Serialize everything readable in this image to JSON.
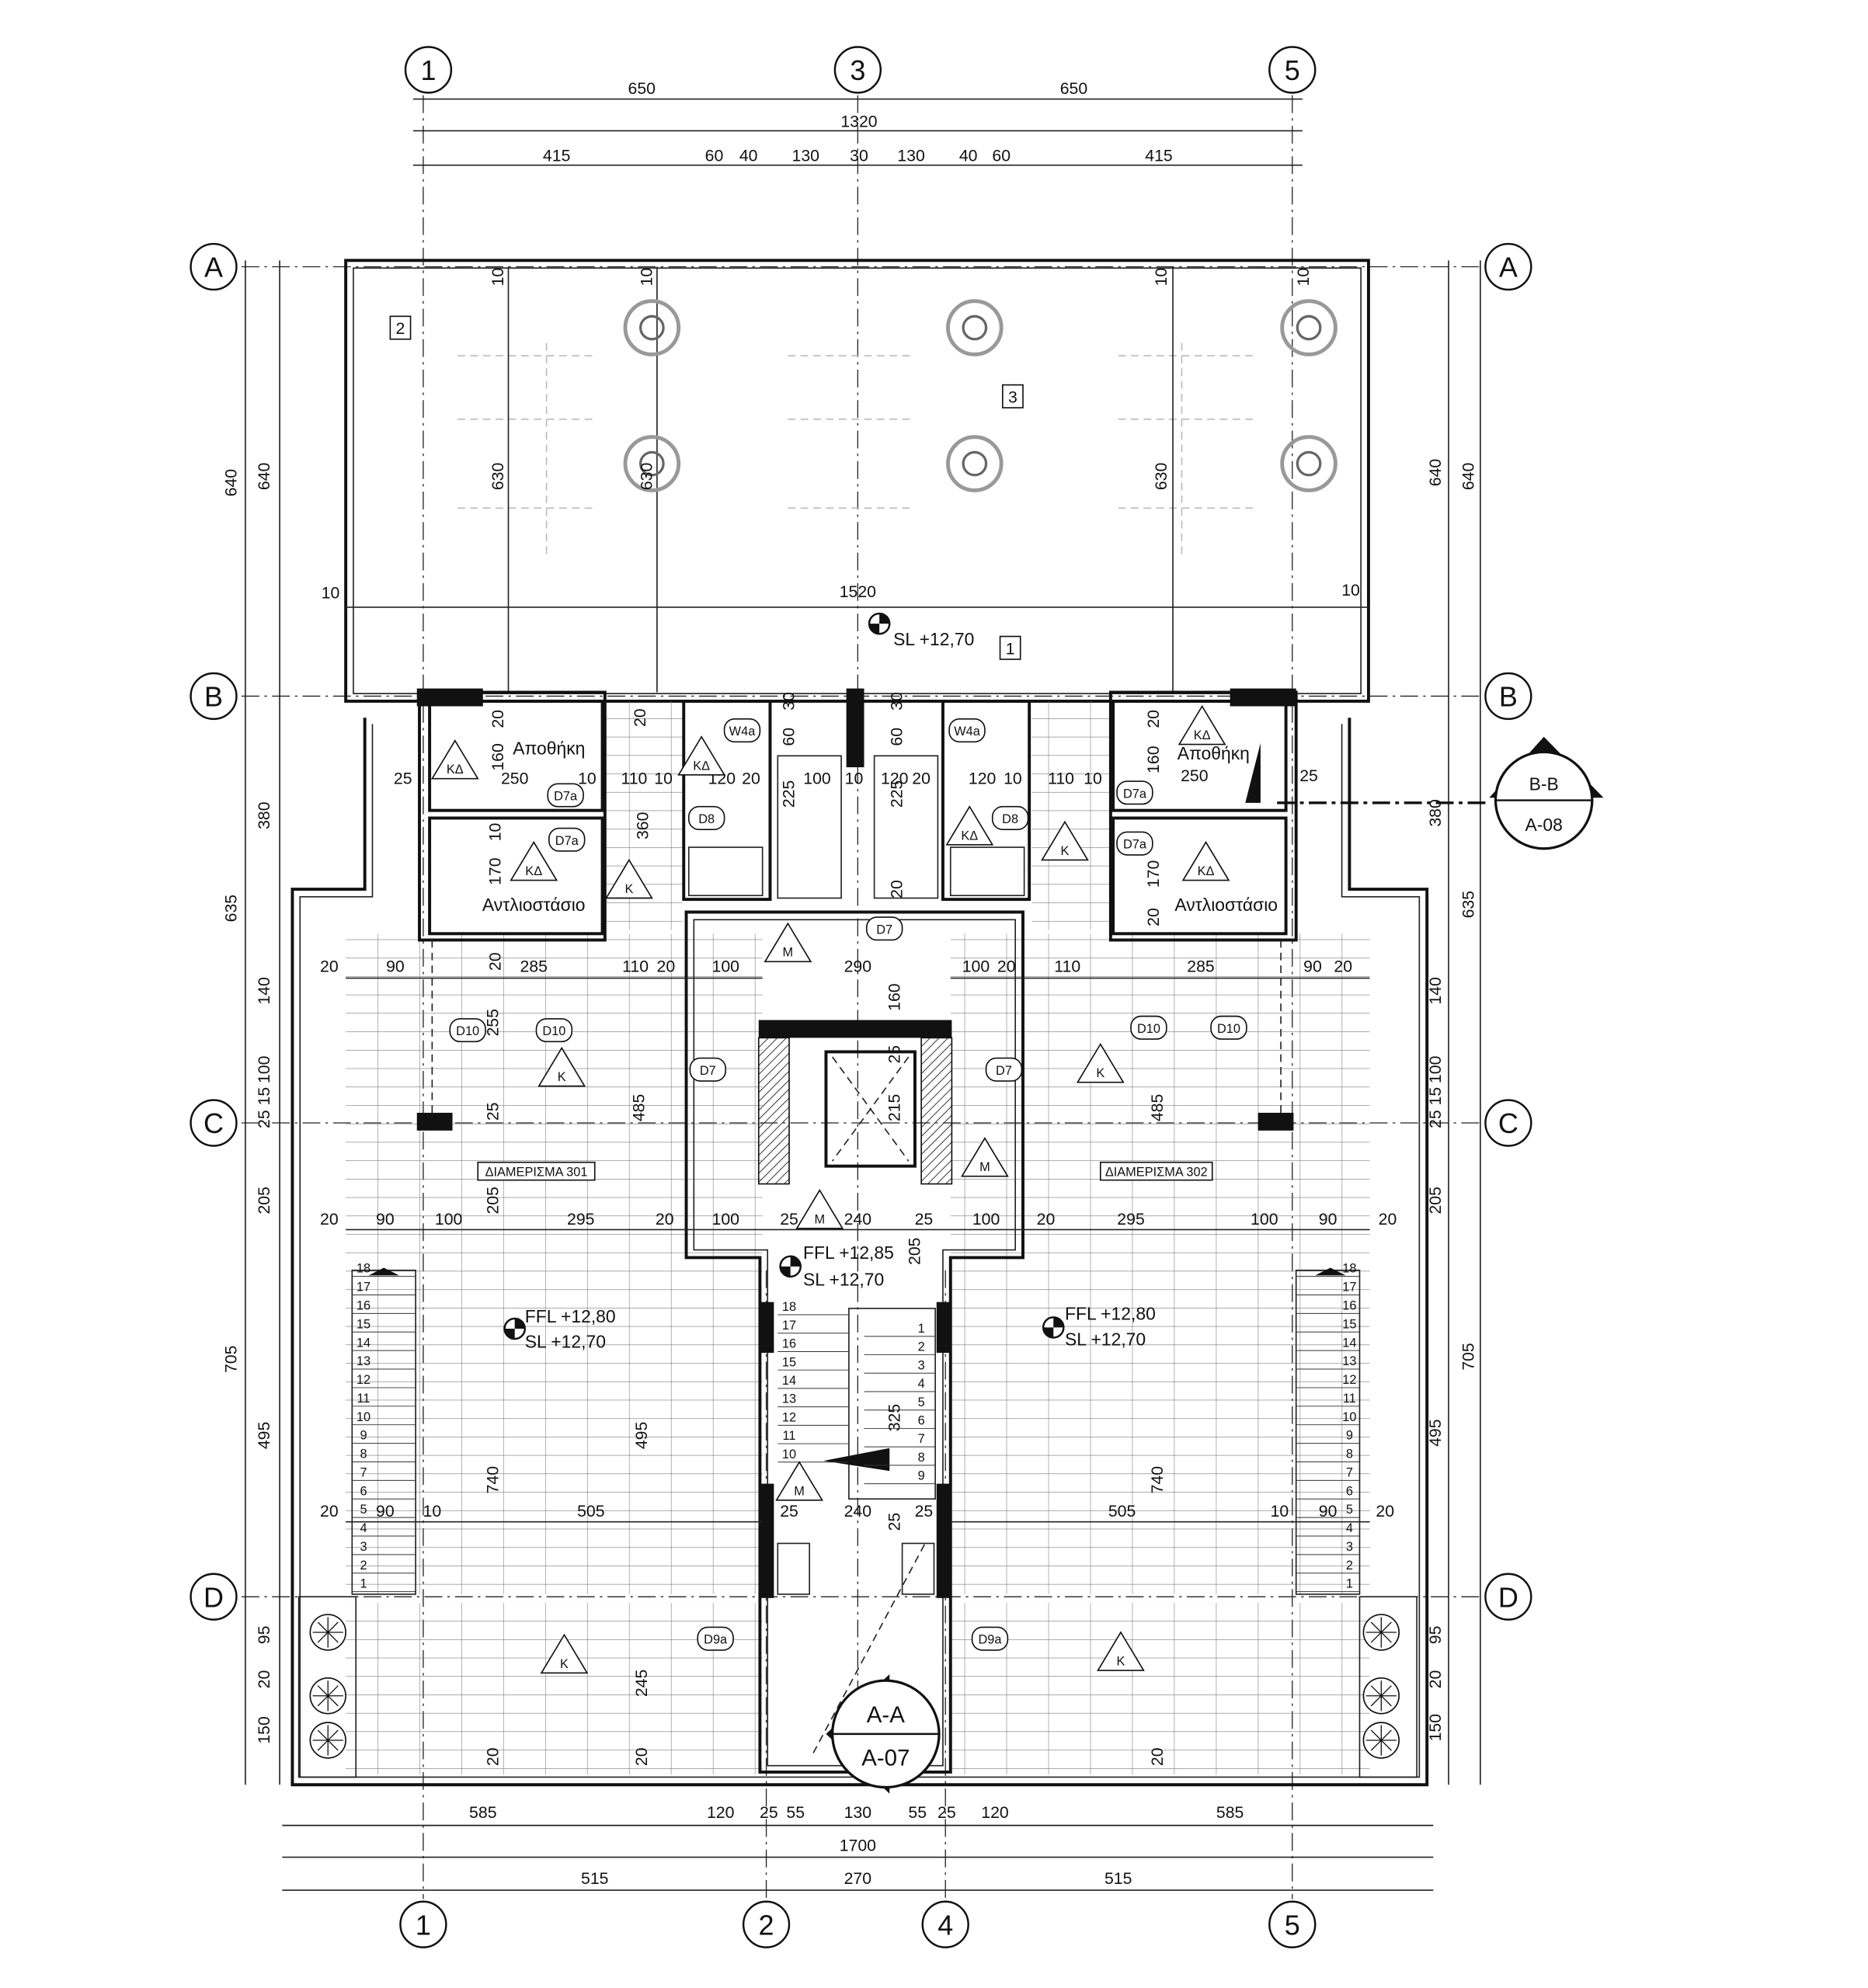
{
  "grid": {
    "top": [
      "1",
      "3",
      "5"
    ],
    "bottom": [
      "1",
      "2",
      "4",
      "5"
    ],
    "left": [
      "A",
      "B",
      "C",
      "D"
    ],
    "right": [
      "A",
      "B",
      "C",
      "D"
    ]
  },
  "dimensions": {
    "top1": [
      "650",
      "650"
    ],
    "top2": [
      "1320"
    ],
    "top3": [
      "415",
      "60",
      "40",
      "130",
      "30",
      "130",
      "40",
      "60",
      "415"
    ],
    "bottom1": [
      "585",
      "120",
      "25",
      "55",
      "130",
      "55",
      "25",
      "120",
      "585"
    ],
    "bottom2": [
      "1700"
    ],
    "bottom3": [
      "515",
      "270",
      "515"
    ],
    "left_outer": [
      "640",
      "635",
      "705"
    ],
    "left_inner": [
      "640",
      "380",
      "140",
      "100",
      "25 15",
      "205",
      "495",
      "95",
      "20",
      "150"
    ],
    "right_inner": [
      "640",
      "380",
      "140",
      "100",
      "25 15",
      "205",
      "495",
      "95",
      "20",
      "150"
    ],
    "right_outer": [
      "640",
      "635",
      "705"
    ],
    "terrace": [
      "10",
      "10",
      "10",
      "10",
      "630",
      "630",
      "630",
      "10",
      "1520",
      "10"
    ],
    "interior": [
      "25",
      "20",
      "160",
      "250",
      "10",
      "110",
      "10",
      "120",
      "20",
      "100",
      "10",
      "120",
      "20",
      "120",
      "10",
      "110",
      "10",
      "20",
      "160",
      "250",
      "25",
      "10",
      "170",
      "20",
      "360",
      "30",
      "60",
      "225",
      "225",
      "60",
      "30",
      "20",
      "20",
      "170",
      "20",
      "20",
      "90",
      "285",
      "110",
      "20",
      "100",
      "290",
      "100",
      "20",
      "110",
      "285",
      "90",
      "20",
      "160",
      "255",
      "25",
      "485",
      "25",
      "215",
      "485",
      "20",
      "90",
      "100",
      "295",
      "20",
      "100",
      "25",
      "240",
      "25",
      "100",
      "20",
      "295",
      "100",
      "90",
      "20",
      "205",
      "205",
      "740",
      "495",
      "740",
      "20",
      "90",
      "10",
      "505",
      "25",
      "240",
      "25",
      "505",
      "10",
      "90",
      "20",
      "325",
      "25",
      "245",
      "20",
      "20",
      "20"
    ]
  },
  "rooms": {
    "storage_left": "Αποθήκη",
    "pump_left": "Αντλιοστάσιο",
    "storage_right": "Αποθήκη",
    "pump_right": "Αντλιοστάσιο",
    "apartment_left": "ΔΙΑΜΕΡΙΣΜΑ 301",
    "apartment_right": "ΔΙΑΜΕΡΙΣΜΑ 302"
  },
  "levels": {
    "terrace_sl": "SL  +12,70",
    "left_ffl": "FFL +12,80",
    "left_sl": "SL  +12,70",
    "right_ffl": "FFL +12,80",
    "right_sl": "SL  +12,70",
    "core_ffl": "FFL +12,85",
    "core_sl": "SL  +12,70"
  },
  "door_tags": [
    "D7a",
    "D7a",
    "D8",
    "W4a",
    "D7",
    "D7",
    "D7",
    "D10",
    "D10",
    "D10",
    "D10",
    "D9a",
    "D9a",
    "W4a",
    "D8",
    "D7a",
    "D7a"
  ],
  "finish_tags": {
    "kd": [
      "ΚΔ",
      "ΚΔ",
      "ΚΔ",
      "ΚΔ",
      "ΚΔ",
      "ΚΔ"
    ],
    "k": [
      "Κ",
      "Κ",
      "Κ",
      "Κ",
      "Κ",
      "Κ"
    ],
    "m": [
      "M",
      "M",
      "M",
      "M"
    ]
  },
  "callouts": [
    "2",
    "3",
    "1"
  ],
  "sections": {
    "bb_title": "B-B",
    "bb_sheet": "A-08",
    "aa_title": "A-A",
    "aa_sheet": "A-07"
  },
  "stairs": {
    "side_steps": [
      "1",
      "2",
      "3",
      "4",
      "5",
      "6",
      "7",
      "8",
      "9",
      "10",
      "11",
      "12",
      "13",
      "14",
      "15",
      "16",
      "17",
      "18"
    ],
    "core_left": [
      "18",
      "17",
      "16",
      "15",
      "14",
      "13",
      "12",
      "11",
      "10"
    ],
    "core_right": [
      "1",
      "2",
      "3",
      "4",
      "5",
      "6",
      "7",
      "8",
      "9"
    ]
  }
}
